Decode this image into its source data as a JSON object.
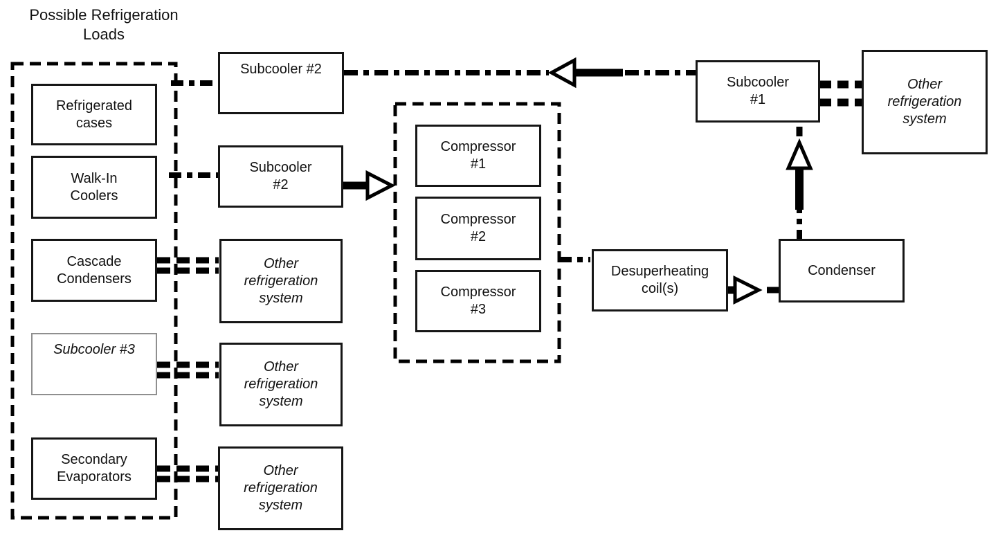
{
  "title": "Possible Refrigeration\nLoads",
  "nodes": {
    "refrigerated_cases": {
      "label": "Refrigerated\ncases"
    },
    "walk_in_coolers": {
      "label": "Walk-In\nCoolers"
    },
    "cascade_condensers": {
      "label": "Cascade\nCondensers"
    },
    "subcooler_3": {
      "label": "Subcooler #3"
    },
    "secondary_evaporators": {
      "label": "Secondary\nEvaporators"
    },
    "subcooler_2_top": {
      "label": "Subcooler #2"
    },
    "subcooler_2": {
      "label": "Subcooler\n#2"
    },
    "other_refrigeration_1": {
      "label": "Other\nrefrigeration\nsystem"
    },
    "other_refrigeration_2": {
      "label": "Other\nrefrigeration\nsystem"
    },
    "other_refrigeration_3": {
      "label": "Other\nrefrigeration\nsystem"
    },
    "compressor_1": {
      "label": "Compressor\n#1"
    },
    "compressor_2": {
      "label": "Compressor\n#2"
    },
    "compressor_3": {
      "label": "Compressor\n#3"
    },
    "desuperheating_coils": {
      "label": "Desuperheating\ncoil(s)"
    },
    "condenser": {
      "label": "Condenser"
    },
    "subcooler_1": {
      "label": "Subcooler\n#1"
    },
    "other_refrigeration_right": {
      "label": "Other\nrefrigeration\nsystem"
    }
  },
  "colors": {
    "line": "#000000",
    "box_border": "#161616",
    "subcooler3_border": "#8f8f8f",
    "background": "#ffffff",
    "text": "#111111"
  }
}
